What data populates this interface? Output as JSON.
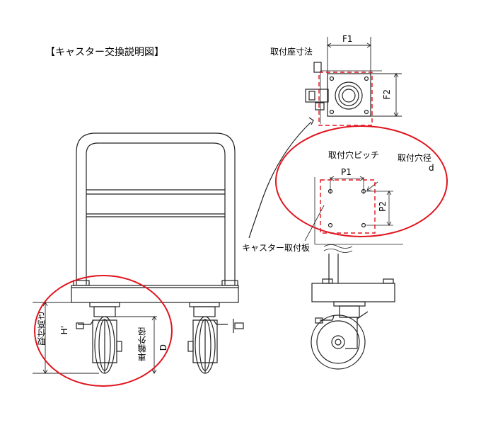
{
  "title": "【キャスター交換説明図】",
  "labels": {
    "mount_dimensions": "取付座寸法",
    "f1": "F1",
    "f2": "F2",
    "hole_pitch": "取付穴ピッチ",
    "hole_diameter": "取付穴径",
    "d_small": "d",
    "p1": "P1",
    "p2": "P2",
    "caster_plate": "キャスター取付板",
    "mount_height": "取付高さ",
    "h": "H'",
    "wheel_diameter": "車輪外径",
    "d_big": "D"
  },
  "colors": {
    "line": "#222222",
    "highlight": "#e0141e",
    "dashed": "#e0141e"
  }
}
